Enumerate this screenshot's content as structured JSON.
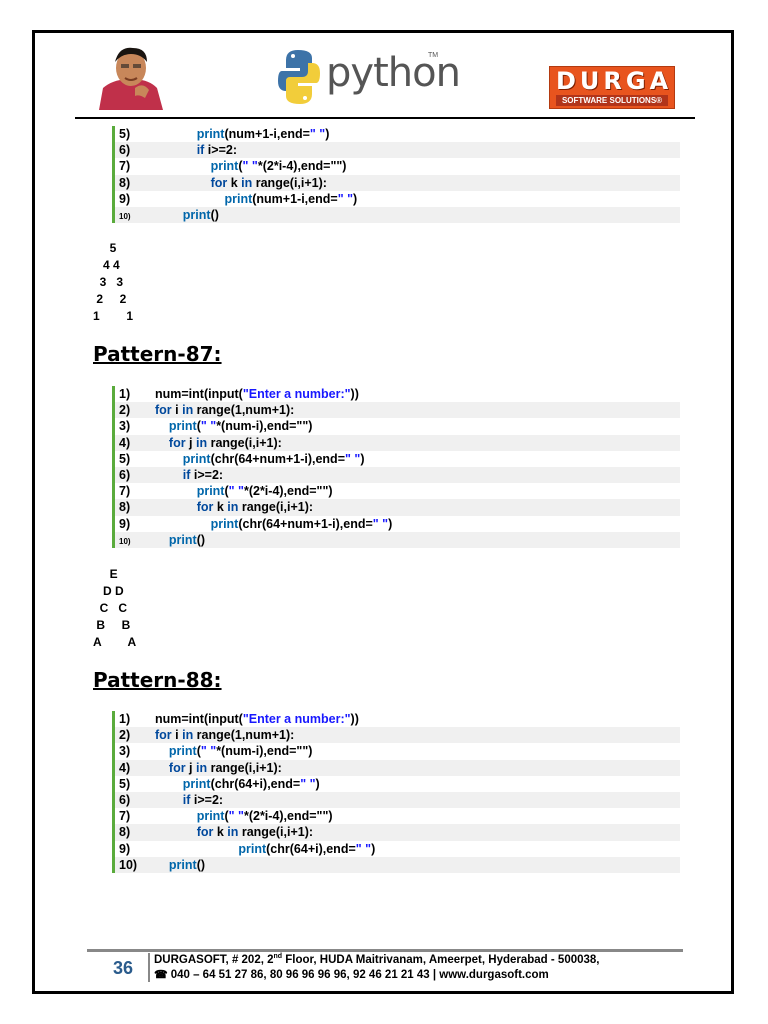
{
  "header": {
    "python_text": "python",
    "python_tm": "TM",
    "durga_logo_text": "DURGA",
    "durga_tagline": "SOFTWARE SOLUTIONS®"
  },
  "block1": [
    {
      "n": "5)",
      "code": [
        [
          "",
          "            "
        ],
        [
          "fn",
          "print"
        ],
        [
          "",
          "(num+1-i,end="
        ],
        [
          "st",
          "\" \""
        ],
        [
          "",
          ")"
        ]
      ]
    },
    {
      "n": "6)",
      "code": [
        [
          "",
          "            "
        ],
        [
          "kw",
          "if"
        ],
        [
          "",
          " i>=2:"
        ]
      ]
    },
    {
      "n": "7)",
      "code": [
        [
          "",
          "                "
        ],
        [
          "fn",
          "print"
        ],
        [
          "",
          "("
        ],
        [
          "st",
          "\" \""
        ],
        [
          "",
          "*(2*i-4),end=\"\")"
        ]
      ]
    },
    {
      "n": "8)",
      "code": [
        [
          "",
          "                "
        ],
        [
          "kw",
          "for"
        ],
        [
          "",
          " k "
        ],
        [
          "kw",
          "in"
        ],
        [
          "",
          " range(i,i+1):"
        ]
      ]
    },
    {
      "n": "9)",
      "code": [
        [
          "",
          "                    "
        ],
        [
          "fn",
          "print"
        ],
        [
          "",
          "(num+1-i,end="
        ],
        [
          "st",
          "\" \""
        ],
        [
          "",
          ")"
        ]
      ]
    },
    {
      "n": "10)",
      "small": true,
      "code": [
        [
          "",
          "        "
        ],
        [
          "fn",
          "print"
        ],
        [
          "",
          "()"
        ]
      ]
    }
  ],
  "output1": [
    "     5",
    "   4 4",
    "  3   3",
    " 2     2",
    "1        1"
  ],
  "pattern87": {
    "title": "Pattern-87:",
    "lines": [
      {
        "n": "1)",
        "code": [
          [
            "",
            "num=int(input("
          ],
          [
            "st",
            "\"Enter a number:\""
          ],
          [
            "",
            "))"
          ]
        ]
      },
      {
        "n": "2)",
        "code": [
          [
            "kw",
            "for"
          ],
          [
            "",
            " i "
          ],
          [
            "kw",
            "in"
          ],
          [
            "",
            " range(1,num+1):"
          ]
        ]
      },
      {
        "n": "3)",
        "code": [
          [
            "",
            "    "
          ],
          [
            "fn",
            "print"
          ],
          [
            "",
            "("
          ],
          [
            "st",
            "\" \""
          ],
          [
            "",
            "*(num-i),end=\"\")"
          ]
        ]
      },
      {
        "n": "4)",
        "code": [
          [
            "",
            "    "
          ],
          [
            "kw",
            "for"
          ],
          [
            "",
            " j "
          ],
          [
            "kw",
            "in"
          ],
          [
            "",
            " range(i,i+1):"
          ]
        ]
      },
      {
        "n": "5)",
        "code": [
          [
            "",
            "        "
          ],
          [
            "fn",
            "print"
          ],
          [
            "",
            "(chr(64+num+1-i),end="
          ],
          [
            "st",
            "\" \""
          ],
          [
            "",
            ")"
          ]
        ]
      },
      {
        "n": "6)",
        "code": [
          [
            "",
            "        "
          ],
          [
            "kw",
            "if"
          ],
          [
            "",
            " i>=2:"
          ]
        ]
      },
      {
        "n": "7)",
        "code": [
          [
            "",
            "            "
          ],
          [
            "fn",
            "print"
          ],
          [
            "",
            "("
          ],
          [
            "st",
            "\" \""
          ],
          [
            "",
            "*(2*i-4),end=\"\")"
          ]
        ]
      },
      {
        "n": "8)",
        "code": [
          [
            "",
            "            "
          ],
          [
            "kw",
            "for"
          ],
          [
            "",
            " k "
          ],
          [
            "kw",
            "in"
          ],
          [
            "",
            " range(i,i+1):"
          ]
        ]
      },
      {
        "n": "9)",
        "code": [
          [
            "",
            "                "
          ],
          [
            "fn",
            "print"
          ],
          [
            "",
            "(chr(64+num+1-i),end="
          ],
          [
            "st",
            "\" \""
          ],
          [
            "",
            ")"
          ]
        ]
      },
      {
        "n": "10)",
        "small": true,
        "code": [
          [
            "",
            "    "
          ],
          [
            "fn",
            "print"
          ],
          [
            "",
            "()"
          ]
        ]
      }
    ],
    "output": [
      "     E",
      "   D D",
      "  C   C",
      " B     B",
      "A        A"
    ]
  },
  "pattern88": {
    "title": "Pattern-88:",
    "lines": [
      {
        "n": "1)",
        "code": [
          [
            "",
            "num=int(input("
          ],
          [
            "st",
            "\"Enter a number:\""
          ],
          [
            "",
            "))"
          ]
        ]
      },
      {
        "n": "2)",
        "code": [
          [
            "kw",
            "for"
          ],
          [
            "",
            " i "
          ],
          [
            "kw",
            "in"
          ],
          [
            "",
            " range(1,num+1):"
          ]
        ]
      },
      {
        "n": "3)",
        "code": [
          [
            "",
            "    "
          ],
          [
            "fn",
            "print"
          ],
          [
            "",
            "("
          ],
          [
            "st",
            "\" \""
          ],
          [
            "",
            "*(num-i),end=\"\")"
          ]
        ]
      },
      {
        "n": "4)",
        "code": [
          [
            "",
            "    "
          ],
          [
            "kw",
            "for"
          ],
          [
            "",
            " j "
          ],
          [
            "kw",
            "in"
          ],
          [
            "",
            " range(i,i+1):"
          ]
        ]
      },
      {
        "n": "5)",
        "code": [
          [
            "",
            "        "
          ],
          [
            "fn",
            "print"
          ],
          [
            "",
            "(chr(64+i),end="
          ],
          [
            "st",
            "\" \""
          ],
          [
            "",
            ")"
          ]
        ]
      },
      {
        "n": "6)",
        "code": [
          [
            "",
            "        "
          ],
          [
            "kw",
            "if"
          ],
          [
            "",
            " i>=2:"
          ]
        ]
      },
      {
        "n": "7)",
        "code": [
          [
            "",
            "            "
          ],
          [
            "fn",
            "print"
          ],
          [
            "",
            "("
          ],
          [
            "st",
            "\" \""
          ],
          [
            "",
            "*(2*i-4),end=\"\")"
          ]
        ]
      },
      {
        "n": "8)",
        "code": [
          [
            "",
            "            "
          ],
          [
            "kw",
            "for"
          ],
          [
            "",
            " k "
          ],
          [
            "kw",
            "in"
          ],
          [
            "",
            " range(i,i+1):"
          ]
        ]
      },
      {
        "n": "9)",
        "code": [
          [
            "",
            "                        "
          ],
          [
            "fn",
            "print"
          ],
          [
            "",
            "(chr(64+i),end="
          ],
          [
            "st",
            "\" \""
          ],
          [
            "",
            ")"
          ]
        ]
      },
      {
        "n": "10)",
        "code": [
          [
            "",
            "    "
          ],
          [
            "fn",
            "print"
          ],
          [
            "",
            "()"
          ]
        ]
      }
    ]
  },
  "footer": {
    "page_number": "36",
    "line1_a": "DURGASOFT, # 202, 2",
    "line1_sup": "nd",
    "line1_b": " Floor, HUDA Maitrivanam, Ameerpet, Hyderabad - 500038,",
    "line2": "040 – 64 51 27 86, 80 96 96 96 96, 92 46 21 21 43 | www.durgasoft.com",
    "phone_icon": "☎"
  }
}
